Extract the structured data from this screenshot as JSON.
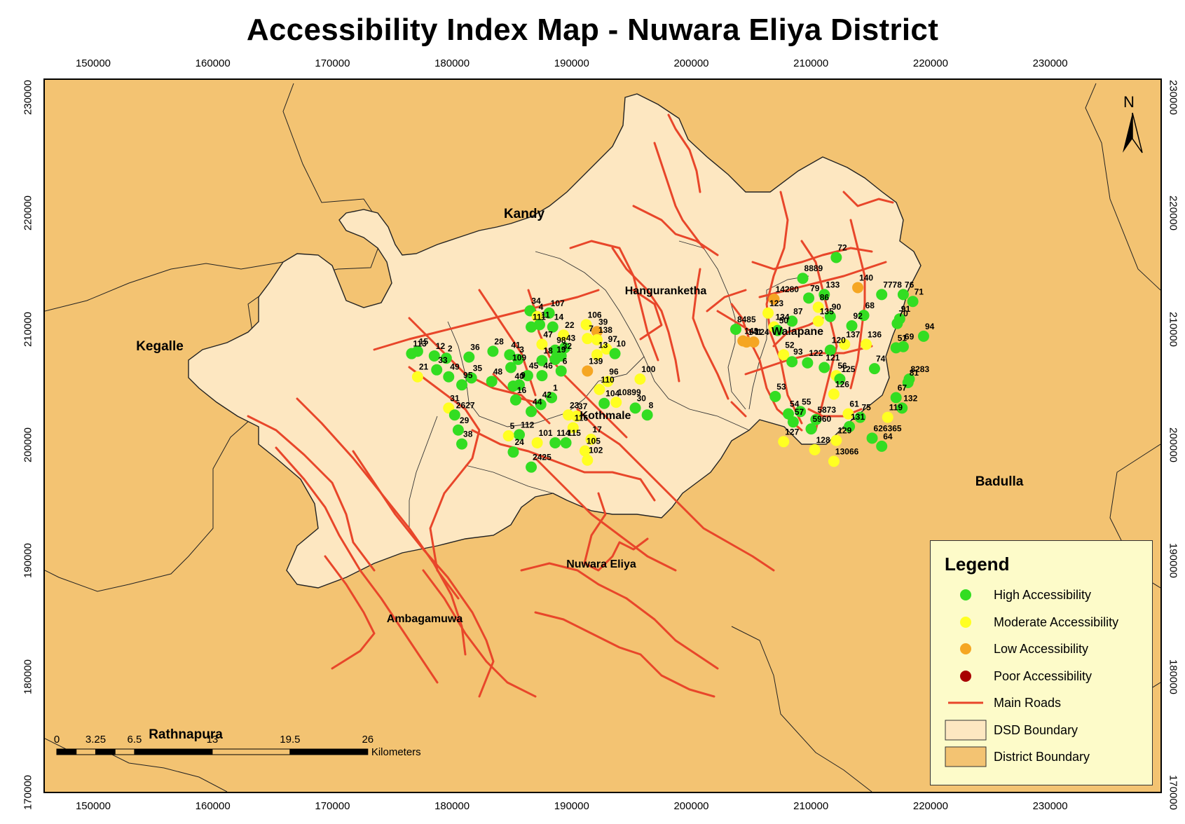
{
  "title": "Accessibility Index Map - Nuwara Eliya District",
  "x_ticks": [
    "150000",
    "160000",
    "170000",
    "180000",
    "190000",
    "200000",
    "210000",
    "220000",
    "230000"
  ],
  "y_ticks": [
    "230000",
    "220000",
    "210000",
    "200000",
    "190000",
    "180000",
    "170000"
  ],
  "regions": [
    "Kandy",
    "Kegalle",
    "Badulla",
    "Rathnapura"
  ],
  "dsd_names": [
    "Hanguranketha",
    "Walapane",
    "Kothmale",
    "Nuwara Eliya",
    "Ambagamuwa"
  ],
  "north_label": "N",
  "legend": {
    "title": "Legend",
    "items": [
      {
        "label": "High Accessibility",
        "kind": "dot",
        "color": "#33dd22"
      },
      {
        "label": "Moderate Accessibility",
        "kind": "dot",
        "color": "#ffff22"
      },
      {
        "label": "Low Accessibility",
        "kind": "dot",
        "color": "#f5a623"
      },
      {
        "label": "Poor Accessibility",
        "kind": "dot",
        "color": "#a80000"
      },
      {
        "label": "Main Roads",
        "kind": "line",
        "color": "#e8462a"
      },
      {
        "label": "DSD Boundary",
        "kind": "box",
        "color": "#fde7c1"
      },
      {
        "label": "District Boundary",
        "kind": "box",
        "color": "#f3c372"
      }
    ]
  },
  "scale": {
    "labels": [
      "0",
      "3.25",
      "6.5",
      "13",
      "19.5",
      "26"
    ],
    "values": [
      0,
      3.25,
      6.5,
      13,
      19.5,
      26
    ],
    "unit": "Kilometers"
  },
  "colors": {
    "district": "#f3c372",
    "dsd": "#fde7c1",
    "road": "#e8462a",
    "high": "#33dd22",
    "moderate": "#ffff22",
    "low": "#f5a623",
    "poor": "#a80000"
  },
  "points": [
    {
      "id": "72",
      "e": 212000,
      "n": 216300,
      "c": "high"
    },
    {
      "id": "8889",
      "e": 209200,
      "n": 214500,
      "c": "high"
    },
    {
      "id": "140",
      "e": 213800,
      "n": 213700,
      "c": "low"
    },
    {
      "id": "133",
      "e": 211000,
      "n": 213100,
      "c": "high"
    },
    {
      "id": "79",
      "e": 209700,
      "n": 212800,
      "c": "high"
    },
    {
      "id": "14280",
      "e": 206800,
      "n": 212700,
      "c": "low"
    },
    {
      "id": "7778",
      "e": 215800,
      "n": 213100,
      "c": "high"
    },
    {
      "id": "76",
      "e": 217600,
      "n": 213100,
      "c": "high"
    },
    {
      "id": "71",
      "e": 218400,
      "n": 212500,
      "c": "high"
    },
    {
      "id": "86",
      "e": 210500,
      "n": 212000,
      "c": "yellow"
    },
    {
      "id": "123",
      "e": 206300,
      "n": 211500,
      "c": "yellow"
    },
    {
      "id": "90",
      "e": 211500,
      "n": 211200,
      "c": "high"
    },
    {
      "id": "91",
      "e": 217300,
      "n": 211000,
      "c": "high"
    },
    {
      "id": "68",
      "e": 214300,
      "n": 211300,
      "c": "high"
    },
    {
      "id": "70",
      "e": 217100,
      "n": 210600,
      "c": "high"
    },
    {
      "id": "87",
      "e": 208300,
      "n": 210800,
      "c": "high"
    },
    {
      "id": "134",
      "e": 206800,
      "n": 210300,
      "c": "yellow"
    },
    {
      "id": "8485",
      "e": 203600,
      "n": 210100,
      "c": "high"
    },
    {
      "id": "50",
      "e": 207100,
      "n": 210000,
      "c": "high"
    },
    {
      "id": "135",
      "e": 210500,
      "n": 210800,
      "c": "yellow"
    },
    {
      "id": "92",
      "e": 213300,
      "n": 210400,
      "c": "high"
    },
    {
      "id": "94",
      "e": 219300,
      "n": 209500,
      "c": "high"
    },
    {
      "id": "143",
      "e": 204200,
      "n": 209100,
      "c": "low"
    },
    {
      "id": "124",
      "e": 205100,
      "n": 209000,
      "c": "low"
    },
    {
      "id": "141",
      "e": 204500,
      "n": 209000,
      "c": "low"
    },
    {
      "id": "136",
      "e": 214500,
      "n": 208800,
      "c": "yellow"
    },
    {
      "id": "137",
      "e": 212700,
      "n": 208800,
      "c": "yellow"
    },
    {
      "id": "69",
      "e": 217600,
      "n": 208600,
      "c": "high"
    },
    {
      "id": "51",
      "e": 217000,
      "n": 208500,
      "c": "high"
    },
    {
      "id": "120",
      "e": 211500,
      "n": 208300,
      "c": "high"
    },
    {
      "id": "52",
      "e": 207600,
      "n": 207900,
      "c": "yellow"
    },
    {
      "id": "93",
      "e": 208300,
      "n": 207300,
      "c": "high"
    },
    {
      "id": "122",
      "e": 209600,
      "n": 207200,
      "c": "high"
    },
    {
      "id": "121",
      "e": 211000,
      "n": 206800,
      "c": "high"
    },
    {
      "id": "74",
      "e": 215200,
      "n": 206700,
      "c": "high"
    },
    {
      "id": "56",
      "e": 212000,
      "n": 206100,
      "c": "yellow"
    },
    {
      "id": "8283",
      "e": 218100,
      "n": 205800,
      "c": "high"
    },
    {
      "id": "125",
      "e": 212300,
      "n": 205800,
      "c": "high"
    },
    {
      "id": "81",
      "e": 218000,
      "n": 205500,
      "c": "high"
    },
    {
      "id": "53",
      "e": 206900,
      "n": 204300,
      "c": "high"
    },
    {
      "id": "126",
      "e": 211800,
      "n": 204500,
      "c": "yellow"
    },
    {
      "id": "67",
      "e": 217000,
      "n": 204200,
      "c": "high"
    },
    {
      "id": "132",
      "e": 217500,
      "n": 203300,
      "c": "high"
    },
    {
      "id": "54",
      "e": 208000,
      "n": 202800,
      "c": "high"
    },
    {
      "id": "55",
      "e": 209000,
      "n": 203000,
      "c": "high"
    },
    {
      "id": "61",
      "e": 213000,
      "n": 202800,
      "c": "yellow"
    },
    {
      "id": "119",
      "e": 216300,
      "n": 202500,
      "c": "yellow"
    },
    {
      "id": "75",
      "e": 214000,
      "n": 202500,
      "c": "high"
    },
    {
      "id": "5873",
      "e": 210300,
      "n": 202300,
      "c": "high"
    },
    {
      "id": "57",
      "e": 208400,
      "n": 202100,
      "c": "high"
    },
    {
      "id": "5960",
      "e": 209900,
      "n": 201500,
      "c": "high"
    },
    {
      "id": "131",
      "e": 213100,
      "n": 201700,
      "c": "high"
    },
    {
      "id": "127",
      "e": 207600,
      "n": 200400,
      "c": "yellow"
    },
    {
      "id": "626365",
      "e": 215000,
      "n": 200700,
      "c": "high"
    },
    {
      "id": "129",
      "e": 212000,
      "n": 200500,
      "c": "yellow"
    },
    {
      "id": "64",
      "e": 215800,
      "n": 200000,
      "c": "high"
    },
    {
      "id": "128",
      "e": 210200,
      "n": 199700,
      "c": "yellow"
    },
    {
      "id": "13066",
      "e": 211800,
      "n": 198700,
      "c": "yellow"
    },
    {
      "id": "15",
      "e": 177000,
      "n": 208200,
      "c": "high"
    },
    {
      "id": "113",
      "e": 176500,
      "n": 208000,
      "c": "high"
    },
    {
      "id": "12",
      "e": 178400,
      "n": 207800,
      "c": "high"
    },
    {
      "id": "2",
      "e": 179400,
      "n": 207600,
      "c": "high"
    },
    {
      "id": "36",
      "e": 181300,
      "n": 207700,
      "c": "high"
    },
    {
      "id": "28",
      "e": 183300,
      "n": 208200,
      "c": "high"
    },
    {
      "id": "33",
      "e": 178600,
      "n": 206600,
      "c": "high"
    },
    {
      "id": "21",
      "e": 177000,
      "n": 206000,
      "c": "yellow"
    },
    {
      "id": "49",
      "e": 179600,
      "n": 206000,
      "c": "high"
    },
    {
      "id": "35",
      "e": 181500,
      "n": 205900,
      "c": "high"
    },
    {
      "id": "48",
      "e": 183200,
      "n": 205600,
      "c": "high"
    },
    {
      "id": "95",
      "e": 180700,
      "n": 205300,
      "c": "high"
    },
    {
      "id": "31",
      "e": 179600,
      "n": 203300,
      "c": "yellow"
    },
    {
      "id": "2627",
      "e": 180100,
      "n": 202700,
      "c": "high"
    },
    {
      "id": "29",
      "e": 180400,
      "n": 201400,
      "c": "high"
    },
    {
      "id": "38",
      "e": 180700,
      "n": 200200,
      "c": "high"
    },
    {
      "id": "41",
      "e": 184700,
      "n": 207900,
      "c": "high"
    },
    {
      "id": "3",
      "e": 185400,
      "n": 207500,
      "c": "high"
    },
    {
      "id": "109",
      "e": 184800,
      "n": 206800,
      "c": "high"
    },
    {
      "id": "40",
      "e": 185000,
      "n": 205200,
      "c": "high"
    },
    {
      "id": "9",
      "e": 185500,
      "n": 205300,
      "c": "high"
    },
    {
      "id": "16",
      "e": 185200,
      "n": 204000,
      "c": "high"
    },
    {
      "id": "45",
      "e": 186200,
      "n": 206100,
      "c": "high"
    },
    {
      "id": "46",
      "e": 187400,
      "n": 206100,
      "c": "high"
    },
    {
      "id": "34",
      "e": 186400,
      "n": 211700,
      "c": "high"
    },
    {
      "id": "4",
      "e": 187000,
      "n": 211200,
      "c": "yellow"
    },
    {
      "id": "107",
      "e": 188000,
      "n": 211500,
      "c": "high"
    },
    {
      "id": "111",
      "e": 186500,
      "n": 210300,
      "c": "high"
    },
    {
      "id": "11",
      "e": 187200,
      "n": 210500,
      "c": "high"
    },
    {
      "id": "14",
      "e": 188300,
      "n": 210300,
      "c": "high"
    },
    {
      "id": "22",
      "e": 189200,
      "n": 209600,
      "c": "yellow"
    },
    {
      "id": "47",
      "e": 187400,
      "n": 208800,
      "c": "yellow"
    },
    {
      "id": "98",
      "e": 188500,
      "n": 208300,
      "c": "high"
    },
    {
      "id": "43",
      "e": 189300,
      "n": 208500,
      "c": "high"
    },
    {
      "id": "18",
      "e": 187400,
      "n": 207400,
      "c": "high"
    },
    {
      "id": "19",
      "e": 188500,
      "n": 207500,
      "c": "high"
    },
    {
      "id": "32",
      "e": 189000,
      "n": 207800,
      "c": "high"
    },
    {
      "id": "6",
      "e": 189000,
      "n": 206500,
      "c": "high"
    },
    {
      "id": "106",
      "e": 191100,
      "n": 210500,
      "c": "yellow"
    },
    {
      "id": "39",
      "e": 192000,
      "n": 209900,
      "c": "low"
    },
    {
      "id": "7",
      "e": 191200,
      "n": 209300,
      "c": "yellow"
    },
    {
      "id": "138",
      "e": 192000,
      "n": 209200,
      "c": "yellow"
    },
    {
      "id": "97",
      "e": 192800,
      "n": 208400,
      "c": "yellow"
    },
    {
      "id": "10",
      "e": 193500,
      "n": 208000,
      "c": "high"
    },
    {
      "id": "13",
      "e": 192000,
      "n": 207900,
      "c": "yellow"
    },
    {
      "id": "139",
      "e": 191200,
      "n": 206500,
      "c": "low"
    },
    {
      "id": "96",
      "e": 192900,
      "n": 205600,
      "c": "yellow"
    },
    {
      "id": "100",
      "e": 195600,
      "n": 205800,
      "c": "yellow"
    },
    {
      "id": "110",
      "e": 192200,
      "n": 204900,
      "c": "yellow"
    },
    {
      "id": "10899",
      "e": 193600,
      "n": 203800,
      "c": "yellow"
    },
    {
      "id": "104",
      "e": 192600,
      "n": 203700,
      "c": "high"
    },
    {
      "id": "30",
      "e": 195200,
      "n": 203300,
      "c": "high"
    },
    {
      "id": "8",
      "e": 196200,
      "n": 202700,
      "c": "high"
    },
    {
      "id": "42",
      "e": 187300,
      "n": 203600,
      "c": "high"
    },
    {
      "id": "1",
      "e": 188200,
      "n": 204200,
      "c": "high"
    },
    {
      "id": "44",
      "e": 186500,
      "n": 203000,
      "c": "high"
    },
    {
      "id": "23",
      "e": 189600,
      "n": 202700,
      "c": "yellow"
    },
    {
      "id": "37",
      "e": 190300,
      "n": 202600,
      "c": "yellow"
    },
    {
      "id": "116",
      "e": 190000,
      "n": 201600,
      "c": "yellow"
    },
    {
      "id": "112",
      "e": 185500,
      "n": 201000,
      "c": "high"
    },
    {
      "id": "5",
      "e": 184600,
      "n": 200900,
      "c": "yellow"
    },
    {
      "id": "101",
      "e": 187000,
      "n": 200300,
      "c": "yellow"
    },
    {
      "id": "114",
      "e": 188500,
      "n": 200300,
      "c": "high"
    },
    {
      "id": "115",
      "e": 189400,
      "n": 200300,
      "c": "high"
    },
    {
      "id": "17",
      "e": 191500,
      "n": 200600,
      "c": "yellow"
    },
    {
      "id": "105",
      "e": 191000,
      "n": 199600,
      "c": "yellow"
    },
    {
      "id": "102",
      "e": 191200,
      "n": 198800,
      "c": "yellow"
    },
    {
      "id": "2425",
      "e": 186500,
      "n": 198200,
      "c": "high"
    },
    {
      "id": "24",
      "e": 185000,
      "n": 199500,
      "c": "high"
    }
  ]
}
